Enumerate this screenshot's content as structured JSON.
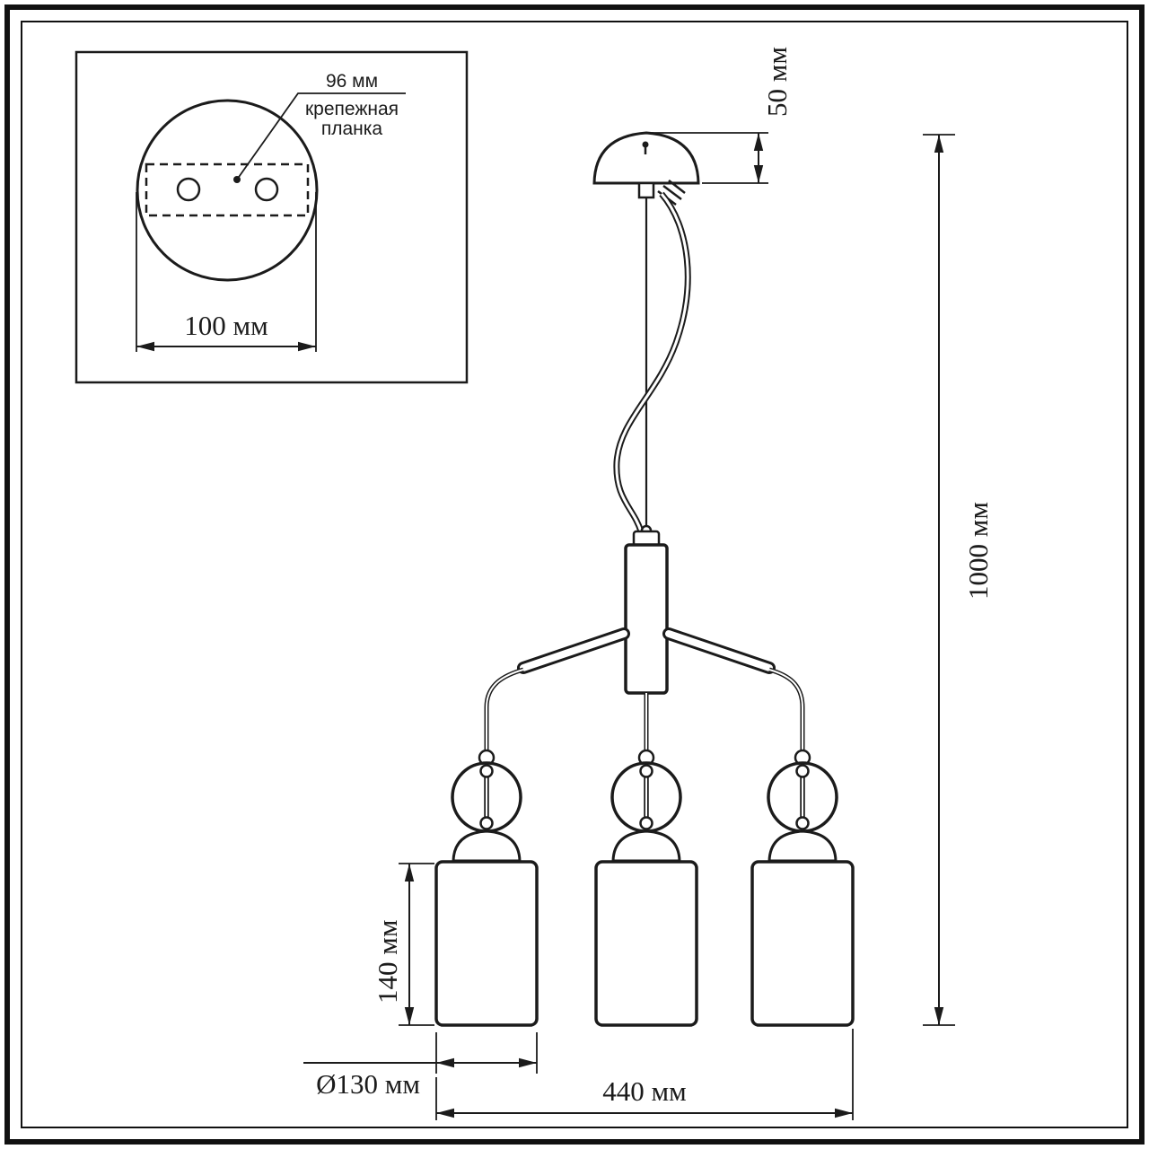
{
  "inset_detail": {
    "callout_value": "96 мм",
    "callout_name_line1": "крепежная",
    "callout_name_line2": "планка",
    "width_dimension": "100 мм"
  },
  "dimensions": {
    "canopy_height": "50 мм",
    "overall_height": "1000 мм",
    "shade_height": "140 мм",
    "shade_diameter": "Ø130 мм",
    "overall_width": "440 мм"
  },
  "colors": {
    "line": "#1b1b1b",
    "background": "#ffffff"
  }
}
